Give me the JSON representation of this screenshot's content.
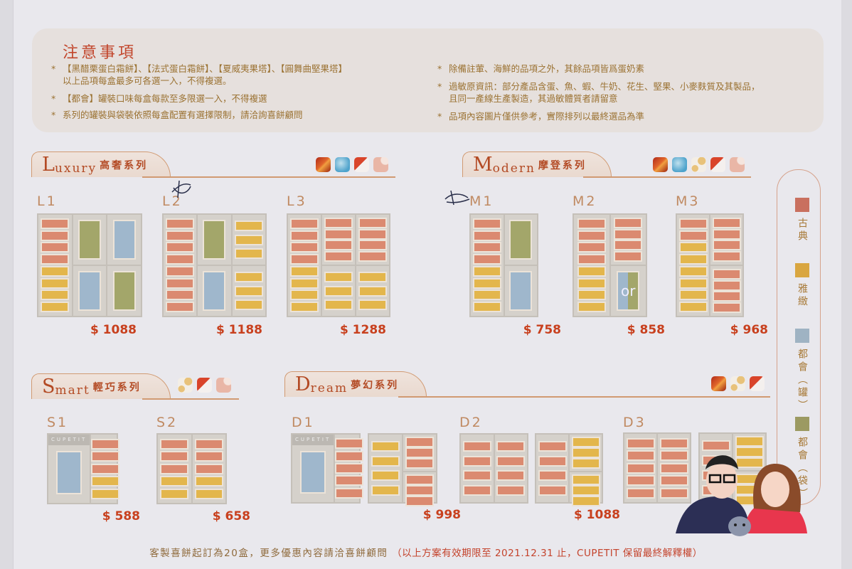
{
  "notice": {
    "title": "注意事項",
    "left": [
      {
        "star": "*",
        "text": "【黑醋栗蛋白霜餅】、【法式蛋白霜餅】、【夏威夷果塔】、【圓舞曲堅果塔】",
        "cont": "以上品項每盒最多可各選一入，不得複選。"
      },
      {
        "star": "*",
        "text": "【都會】罐裝口味每盒每款至多限選一入，不得複選"
      },
      {
        "star": "*",
        "text": "系列的罐裝與袋裝依照每盒配置有選擇限制，請洽詢喜餅顧問"
      }
    ],
    "right": [
      {
        "star": "*",
        "text": "除備註葷、海鮮的品項之外，其餘品項皆爲蛋奶素"
      },
      {
        "star": "*",
        "text": "過敏原資訊：部分產品含蛋、魚、蝦、牛奶、花生、堅果、小麥麩質及其製品，",
        "cont": "且同一產線生產製造，其過敏體質者請留意"
      },
      {
        "star": "*",
        "text": "品項內容圖片僅供參考，實際排列以最終選品為準"
      }
    ]
  },
  "colors": {
    "r": "#db8a70",
    "y": "#e3b64c",
    "B": "#9fb7cc",
    "G": "#a3a66a",
    "price": "#c8401e"
  },
  "series": {
    "luxury": {
      "initial": "L",
      "latin": "uxury",
      "zh": "高奢系列",
      "swatches": [
        "flame",
        "blue-marble",
        "red-white",
        "pink"
      ]
    },
    "modern": {
      "initial": "M",
      "latin": "odern",
      "zh": "摩登系列",
      "swatches": [
        "flame",
        "blue-marble",
        "cream-dots",
        "red-white",
        "pink"
      ]
    },
    "smart": {
      "initial": "S",
      "latin": "mart",
      "zh": "輕巧系列",
      "swatches": [
        "cream-dots",
        "red-white",
        "pink"
      ]
    },
    "dream": {
      "initial": "D",
      "latin": "ream",
      "zh": "夢幻系列",
      "swatches": [
        "flame",
        "cream-dots",
        "red-white"
      ]
    }
  },
  "brand": "CUPETIT",
  "or_label": "or",
  "boxes": [
    {
      "code": "L1",
      "price": "$ 1088",
      "panels": [
        [
          [
            [
              "r",
              "r",
              "r",
              "r",
              "y",
              "y",
              "y",
              "y"
            ]
          ],
          [
            [
              "G"
            ],
            [
              "B"
            ]
          ],
          [
            [
              "B"
            ],
            [
              "G"
            ]
          ]
        ]
      ]
    },
    {
      "code": "L2",
      "price": "$ 1188",
      "panels": [
        [
          [
            [
              "r",
              "r",
              "r",
              "r",
              "r",
              "r",
              "r",
              "r"
            ]
          ],
          [
            [
              "G"
            ],
            [
              "B"
            ]
          ],
          [
            [
              "y",
              "y",
              "y"
            ],
            [
              "y",
              "y",
              "y"
            ]
          ]
        ]
      ]
    },
    {
      "code": "L3",
      "price": "$ 1288",
      "panels": [
        [
          [
            [
              "r",
              "r",
              "r",
              "r",
              "y",
              "y",
              "y",
              "y"
            ]
          ],
          [
            [
              "r",
              "r",
              "r",
              "r"
            ],
            [
              "y",
              "y",
              "y"
            ]
          ],
          [
            [
              "r",
              "r",
              "r",
              "r"
            ],
            [
              "y",
              "y",
              "y"
            ]
          ]
        ]
      ]
    },
    {
      "code": "M1",
      "price": "$ 758",
      "panels": [
        [
          [
            [
              "r",
              "r",
              "r",
              "r",
              "y",
              "y",
              "y",
              "y"
            ]
          ],
          [
            [
              "G"
            ],
            [
              "B"
            ]
          ]
        ]
      ]
    },
    {
      "code": "M2",
      "price": "$ 858",
      "panels": [
        [
          [
            [
              "r",
              "r",
              "r",
              "r",
              "y",
              "y",
              "y",
              "y"
            ]
          ],
          [
            [
              "r",
              "r",
              "r",
              "r"
            ],
            [
              "O"
            ]
          ]
        ]
      ]
    },
    {
      "code": "M3",
      "price": "$ 968",
      "panels": [
        [
          [
            [
              "r",
              "r",
              "y",
              "y",
              "y",
              "y",
              "y",
              "y"
            ]
          ],
          [
            [
              "r",
              "r",
              "r",
              "r"
            ],
            [
              "r",
              "r",
              "r",
              "r"
            ]
          ]
        ]
      ]
    },
    {
      "code": "S1",
      "price": "$ 588",
      "panels": [
        [
          [
            [
              "CB"
            ]
          ],
          [
            [
              "r",
              "r",
              "r",
              "y",
              "y"
            ]
          ]
        ]
      ]
    },
    {
      "code": "S2",
      "price": "$ 658",
      "panels": [
        [
          [
            [
              "r",
              "r",
              "r",
              "y",
              "y"
            ]
          ],
          [
            [
              "r",
              "r",
              "r",
              "y",
              "y"
            ]
          ]
        ]
      ]
    },
    {
      "code": "D1",
      "price": "$ 998",
      "panels": [
        [
          [
            [
              "CB"
            ]
          ],
          [
            [
              "r",
              "r",
              "r",
              "r",
              "r"
            ]
          ]
        ],
        [
          [
            [
              "y",
              "y",
              "y",
              "y"
            ]
          ],
          [
            [
              "r",
              "r",
              "r"
            ],
            [
              "r",
              "r",
              "r"
            ]
          ]
        ]
      ]
    },
    {
      "code": "D2",
      "price": "$ 1088",
      "panels": [
        [
          [
            [
              "r",
              "r",
              "r",
              "r"
            ]
          ],
          [
            [
              "r",
              "r",
              "r",
              "r"
            ]
          ]
        ],
        [
          [
            [
              "r",
              "r",
              "r",
              "r"
            ]
          ],
          [
            [
              "y",
              "y",
              "y"
            ],
            [
              "y",
              "y",
              "y"
            ]
          ]
        ]
      ]
    },
    {
      "code": "D3",
      "price": "",
      "panels": [
        [
          [
            [
              "r",
              "r",
              "r",
              "r",
              "r"
            ]
          ],
          [
            [
              "r",
              "r",
              "r",
              "r",
              "r"
            ]
          ]
        ],
        [
          [
            [
              "r",
              "r",
              "r",
              "r"
            ]
          ],
          [
            [
              "y",
              "y",
              "y"
            ],
            [
              "y",
              "y",
              "y"
            ]
          ]
        ]
      ]
    }
  ],
  "legend": [
    {
      "label": "古典",
      "color": "#c9705f"
    },
    {
      "label": "雅緻",
      "color": "#d9a640"
    },
    {
      "label": "都會（罐）",
      "color": "#9fb3c3"
    },
    {
      "label": "都會（袋）",
      "color": "#9c9a62"
    }
  ],
  "footer": {
    "main": "客製喜餅起訂為20盒，更多優惠內容請洽喜餅顧問",
    "note": "（以上方案有效期限至 2021.12.31 止，CUPETIT 保留最終解釋權）"
  }
}
